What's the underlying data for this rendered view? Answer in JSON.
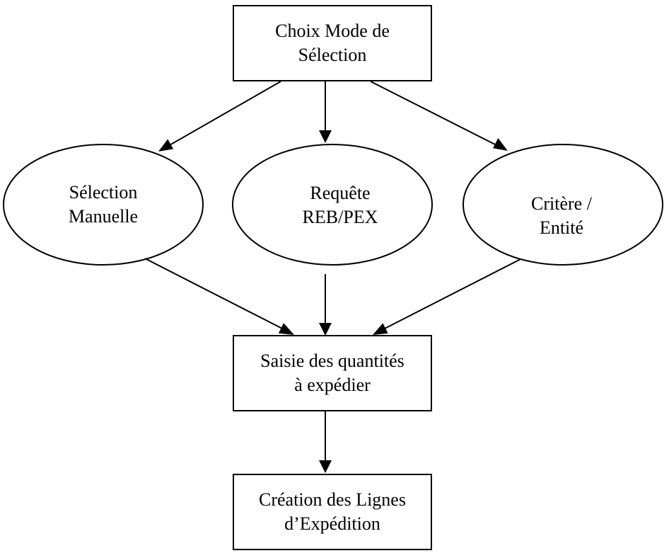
{
  "nodes": {
    "top": {
      "line1": "Choix Mode de",
      "line2": "Sélection"
    },
    "manual": {
      "line1": "Sélection",
      "line2": "Manuelle"
    },
    "query": {
      "line1": "Requête",
      "line2": "REB/PEX"
    },
    "criteria": {
      "line1": "Critère /",
      "line2": "Entité"
    },
    "quantities": {
      "line1": "Saisie des quantités",
      "line2": "à expédier"
    },
    "creation": {
      "line1": "Création des Lignes",
      "line2": "d’Expédition"
    }
  },
  "colors": {
    "stroke": "#000000",
    "fill": "#ffffff"
  }
}
